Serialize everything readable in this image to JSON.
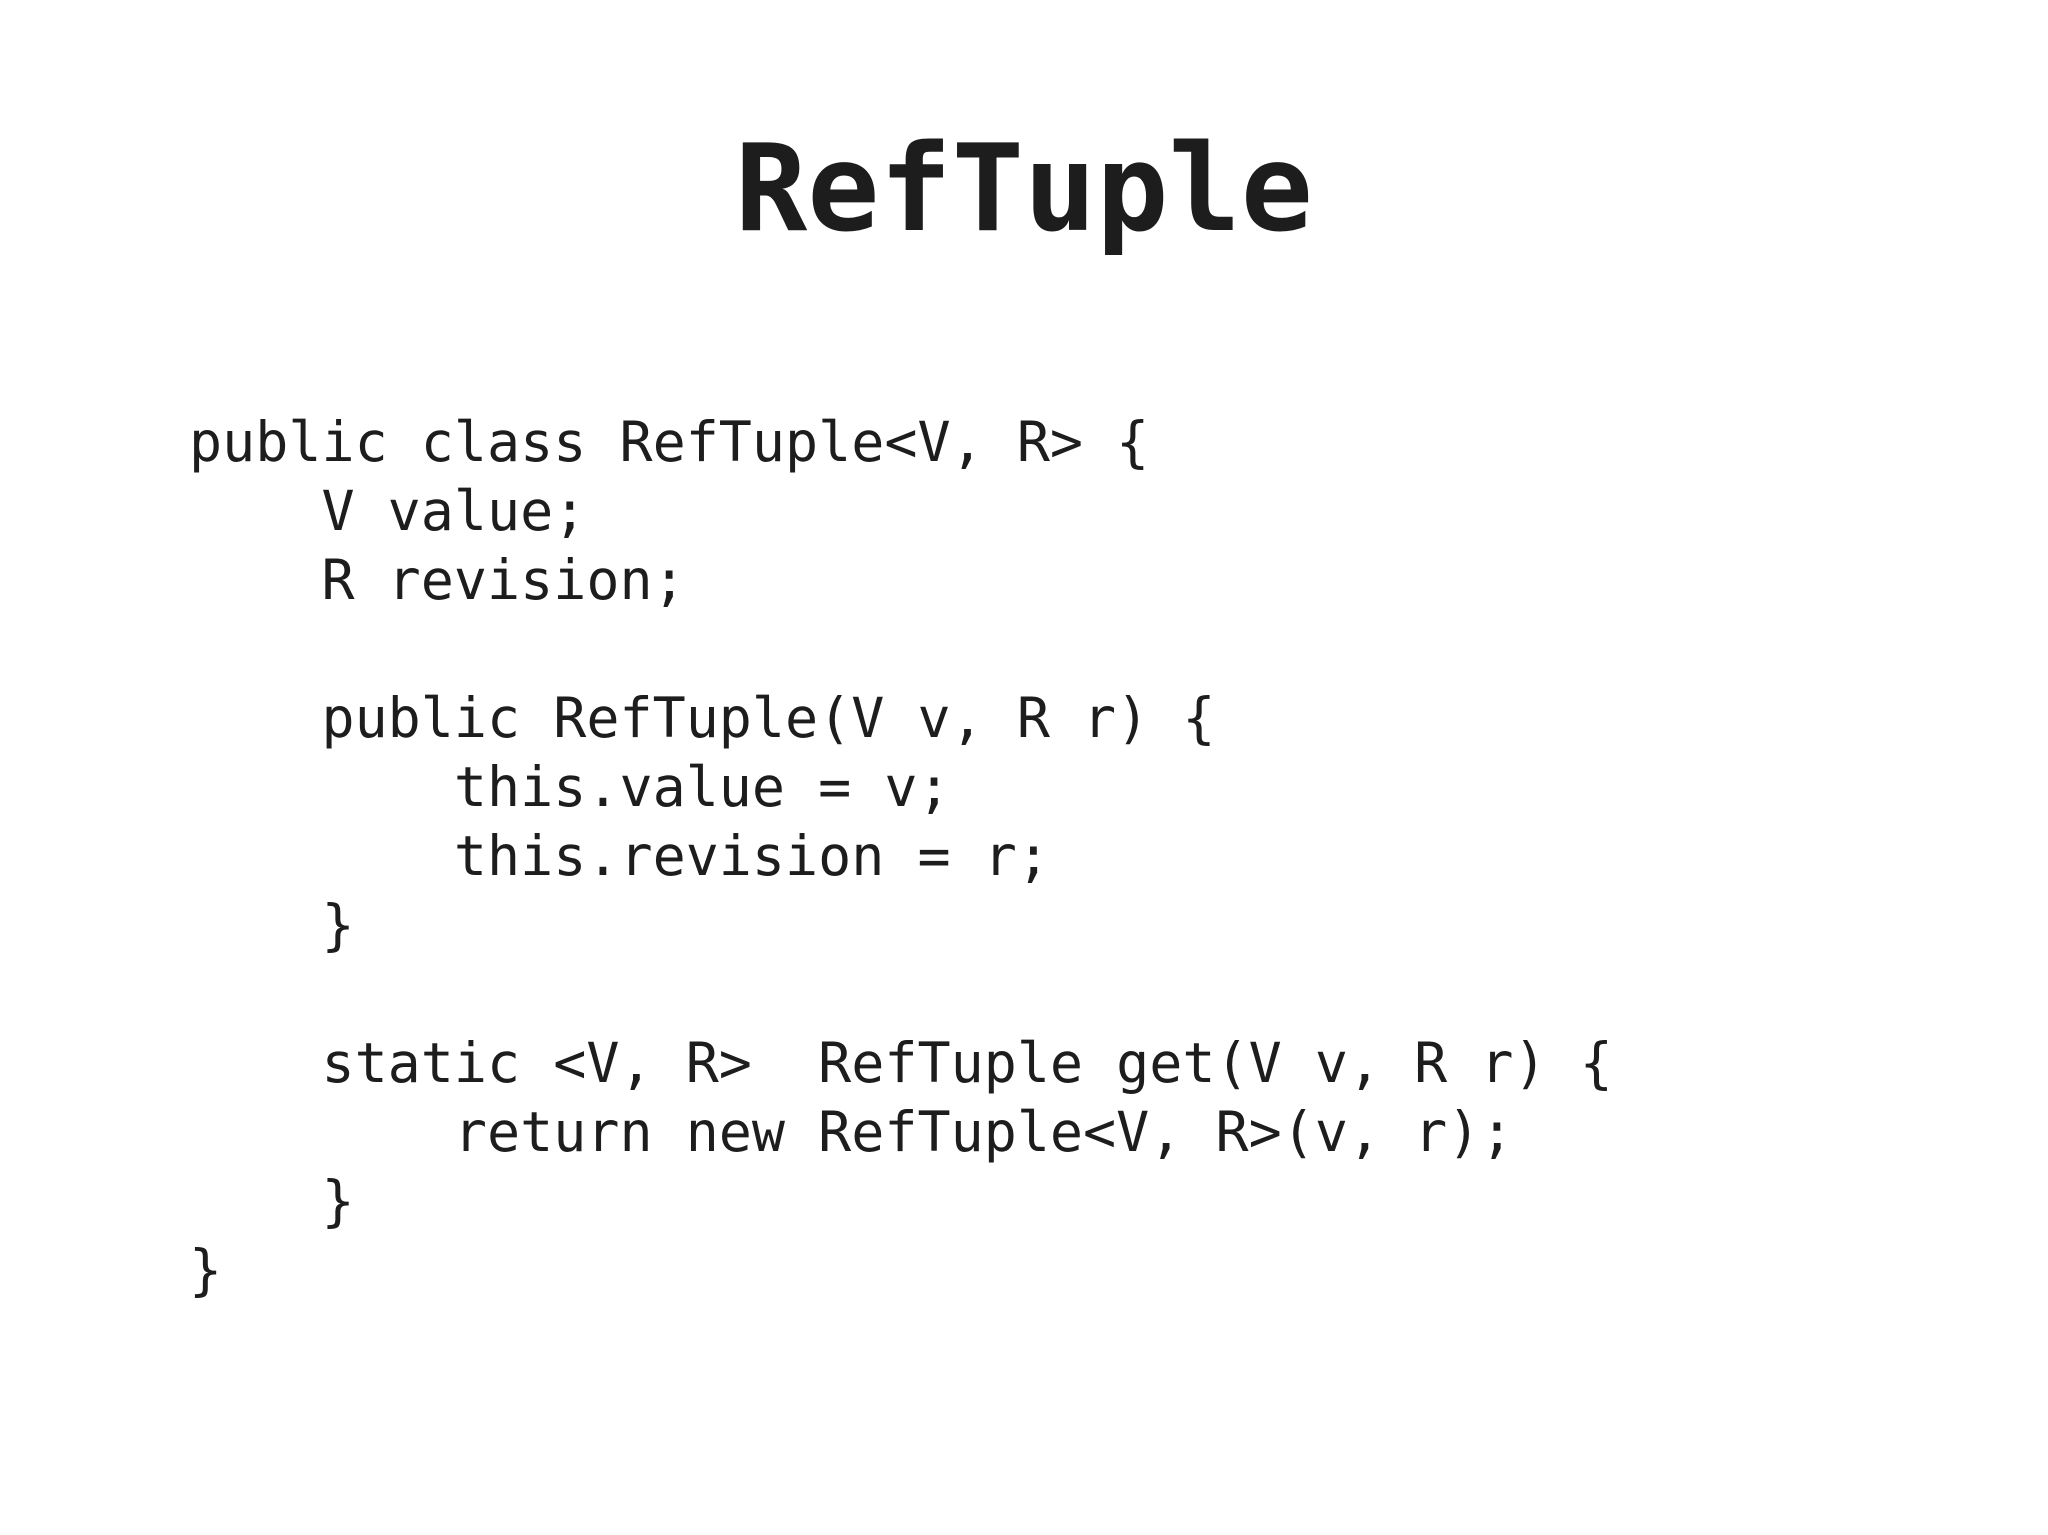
{
  "slide": {
    "title": "RefTuple",
    "code_lines": [
      "public class RefTuple<V, R> {",
      "    V value;",
      "    R revision;",
      "",
      "    public RefTuple(V v, R r) {",
      "        this.value = v;",
      "        this.revision = r;",
      "    }",
      "",
      "    static <V, R>  RefTuple get(V v, R r) {",
      "        return new RefTuple<V, R>(v, r);",
      "    }",
      "}"
    ],
    "colors": {
      "background": "#ffffff",
      "text": "#1d1d1d"
    }
  }
}
